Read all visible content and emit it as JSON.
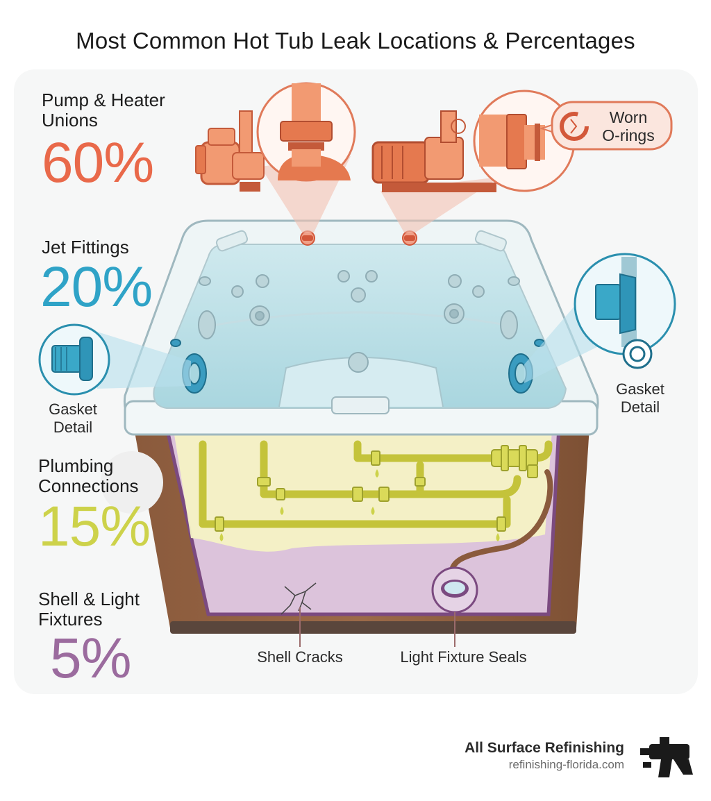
{
  "title": "Most Common Hot Tub Leak Locations & Percentages",
  "categories": [
    {
      "label_lines": [
        "Pump & Heater",
        "Unions"
      ],
      "percent": "60%",
      "color": "#e9694a"
    },
    {
      "label_lines": [
        "Jet Fittings"
      ],
      "percent": "20%",
      "color": "#2fa3c7"
    },
    {
      "label_lines": [
        "Plumbing",
        "Connections"
      ],
      "percent": "15%",
      "color": "#cdd24a"
    },
    {
      "label_lines": [
        "Shell & Light",
        "Fixtures"
      ],
      "percent": "5%",
      "color": "#9b6b9e"
    }
  ],
  "callouts": {
    "worn_orings": [
      "Worn",
      "O-rings"
    ],
    "gasket_left": [
      "Gasket",
      "Detail"
    ],
    "gasket_right": [
      "Gasket",
      "Detail"
    ],
    "shell_cracks": "Shell Cracks",
    "light_fixture_seals": "Light Fixture Seals"
  },
  "brand": {
    "name": "All Surface Refinishing",
    "url": "refinishing-florida.com"
  },
  "icons": [
    "spray-gun-icon",
    "broken-oring-icon",
    "pump-icon",
    "jet-fitting-icon",
    "gasket-ring-icon",
    "light-fixture-icon",
    "crack-icon"
  ]
}
